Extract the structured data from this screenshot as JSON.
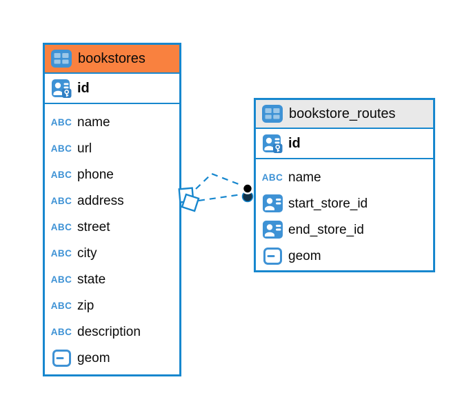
{
  "tables": [
    {
      "name": "bookstores",
      "header_color": "#F9813F",
      "columns": [
        {
          "name": "id",
          "icon": "primary-key",
          "primary": true
        },
        {
          "name": "name",
          "icon": "text"
        },
        {
          "name": "url",
          "icon": "text"
        },
        {
          "name": "phone",
          "icon": "text"
        },
        {
          "name": "address",
          "icon": "text"
        },
        {
          "name": "street",
          "icon": "text"
        },
        {
          "name": "city",
          "icon": "text"
        },
        {
          "name": "state",
          "icon": "text"
        },
        {
          "name": "zip",
          "icon": "text"
        },
        {
          "name": "description",
          "icon": "text"
        },
        {
          "name": "geom",
          "icon": "geometry"
        }
      ]
    },
    {
      "name": "bookstore_routes",
      "header_color": "#E9E9E9",
      "columns": [
        {
          "name": "id",
          "icon": "primary-key",
          "primary": true
        },
        {
          "name": "name",
          "icon": "text"
        },
        {
          "name": "start_store_id",
          "icon": "foreign-key"
        },
        {
          "name": "end_store_id",
          "icon": "foreign-key"
        },
        {
          "name": "geom",
          "icon": "geometry"
        }
      ]
    }
  ],
  "icons": {
    "text_glyph": "ABC"
  },
  "links": {
    "style": "dashed",
    "count": 2,
    "left_marker": "diamond",
    "right_marker": "dot"
  },
  "colors": {
    "border": "#1787CE",
    "link": "#1787CE",
    "icon_blue": "#3E92D5",
    "icon_cell": "#9CC7E8",
    "key_badge": "#2F7FC4",
    "dot_back": "#12334A",
    "text": "#0A0A0A"
  }
}
